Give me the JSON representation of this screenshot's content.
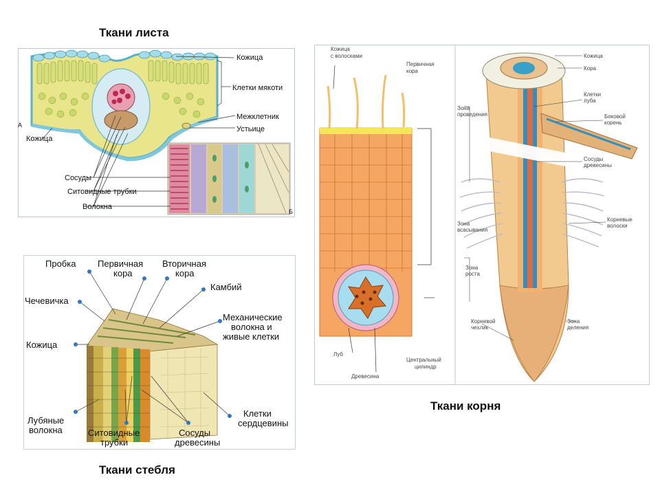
{
  "titles": {
    "leaf": "Ткани листа",
    "stem": "Ткани стебля",
    "root": "Ткани корня"
  },
  "leaf": {
    "labels": {
      "kozhitsa_top": "Кожица",
      "kletki_myakoti": "Клетки мякоти",
      "mezhkletnik": "Межклетник",
      "ustitse": "Устьице",
      "kozhitsa_left": "Кожица",
      "a": "А",
      "sosudy": "Сосуды",
      "sitovidnye": "Ситовидные трубки",
      "volokna": "Волокна",
      "b": "Б"
    }
  },
  "stem": {
    "labels": {
      "probka": "Пробка",
      "pervichnaya_l1": "Первичная",
      "pervichnaya_l2": "кора",
      "vtorichnaya_l1": "Вторичная",
      "vtorichnaya_l2": "кора",
      "kambiy": "Камбий",
      "chechevichka": "Чечевичка",
      "mekh_l1": "Механические",
      "mekh_l2": "волокна и",
      "mekh_l3": "живые клетки",
      "kozhitsa": "Кожица",
      "lubyanye_l1": "Лубяные",
      "lubyanye_l2": "волокна",
      "sitovidnye_l1": "Ситовидные",
      "sitovidnye_l2": "трубки",
      "sosudy_l1": "Сосуды",
      "sosudy_l2": "древесины",
      "kletki_l1": "Клетки",
      "kletki_l2": "сердцевины"
    }
  },
  "root_section": {
    "labels": {
      "kozhitsa_l1": "Кожица",
      "kozhitsa_l2": "с волосками",
      "pervichnaya_l1": "Первичная",
      "pervichnaya_l2": "кора",
      "lub": "Луб",
      "drevesina": "Древесина",
      "tsentr_l1": "Центральный",
      "tsentr_l2": "цилиндр"
    }
  },
  "root_long": {
    "labels": {
      "kozhitsa": "Кожица",
      "kora": "Кора",
      "kletki_l1": "Клетки",
      "kletki_l2": "луба",
      "zona_provedeniya_l1": "Зона",
      "zona_provedeniya_l2": "проведения",
      "bokovoy_l1": "Боковой",
      "bokovoy_l2": "корень",
      "sosudy_l1": "Сосуды",
      "sosudy_l2": "древесины",
      "zona_vsasyvaniya_l1": "Зона",
      "zona_vsasyvaniya_l2": "всасывания",
      "kornevye_l1": "Корневые",
      "kornevye_l2": "волоски",
      "zona_rosta_l1": "Зона",
      "zona_rosta_l2": "роста",
      "chekhlik_l1": "Корневой",
      "chekhlik_l2": "чехлик",
      "zona_deleniya_l1": "Зона",
      "zona_deleniya_l2": "деления"
    }
  }
}
